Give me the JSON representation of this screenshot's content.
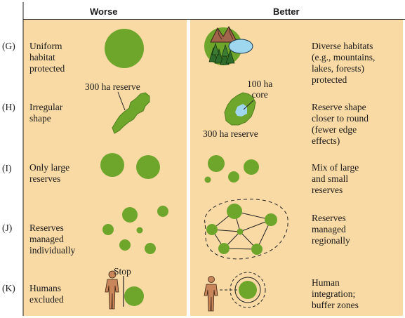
{
  "headers": {
    "worse": "Worse",
    "better": "Better"
  },
  "colors": {
    "panel": "#f9d9a4",
    "reserve": "#6ea62c",
    "water": "#9fd7ef",
    "human": "#c8865a"
  },
  "rows": [
    {
      "letter": "(G)",
      "worse": "Uniform\nhabitat\nprotected",
      "better": "Diverse habitats\n(e.g., mountains,\nlakes, forests)\nprotected"
    },
    {
      "letter": "(H)",
      "worse": "Irregular\nshape",
      "better": "Reserve shape\ncloser to round\n(fewer edge\neffects)"
    },
    {
      "letter": "(I)",
      "worse": "Only large\nreserves",
      "better": "Mix of large\nand small\nreserves"
    },
    {
      "letter": "(J)",
      "worse": "Reserves\nmanaged\nindividually",
      "better": "Reserves\nmanaged\nregionally"
    },
    {
      "letter": "(K)",
      "worse": "Humans\nexcluded",
      "better": "Human\nintegration;\nbuffer zones"
    }
  ],
  "labels": {
    "irregular_reserve": "300 ha reserve",
    "core": "100 ha\ncore",
    "round_reserve": "300 ha reserve",
    "stop": "Stop"
  }
}
